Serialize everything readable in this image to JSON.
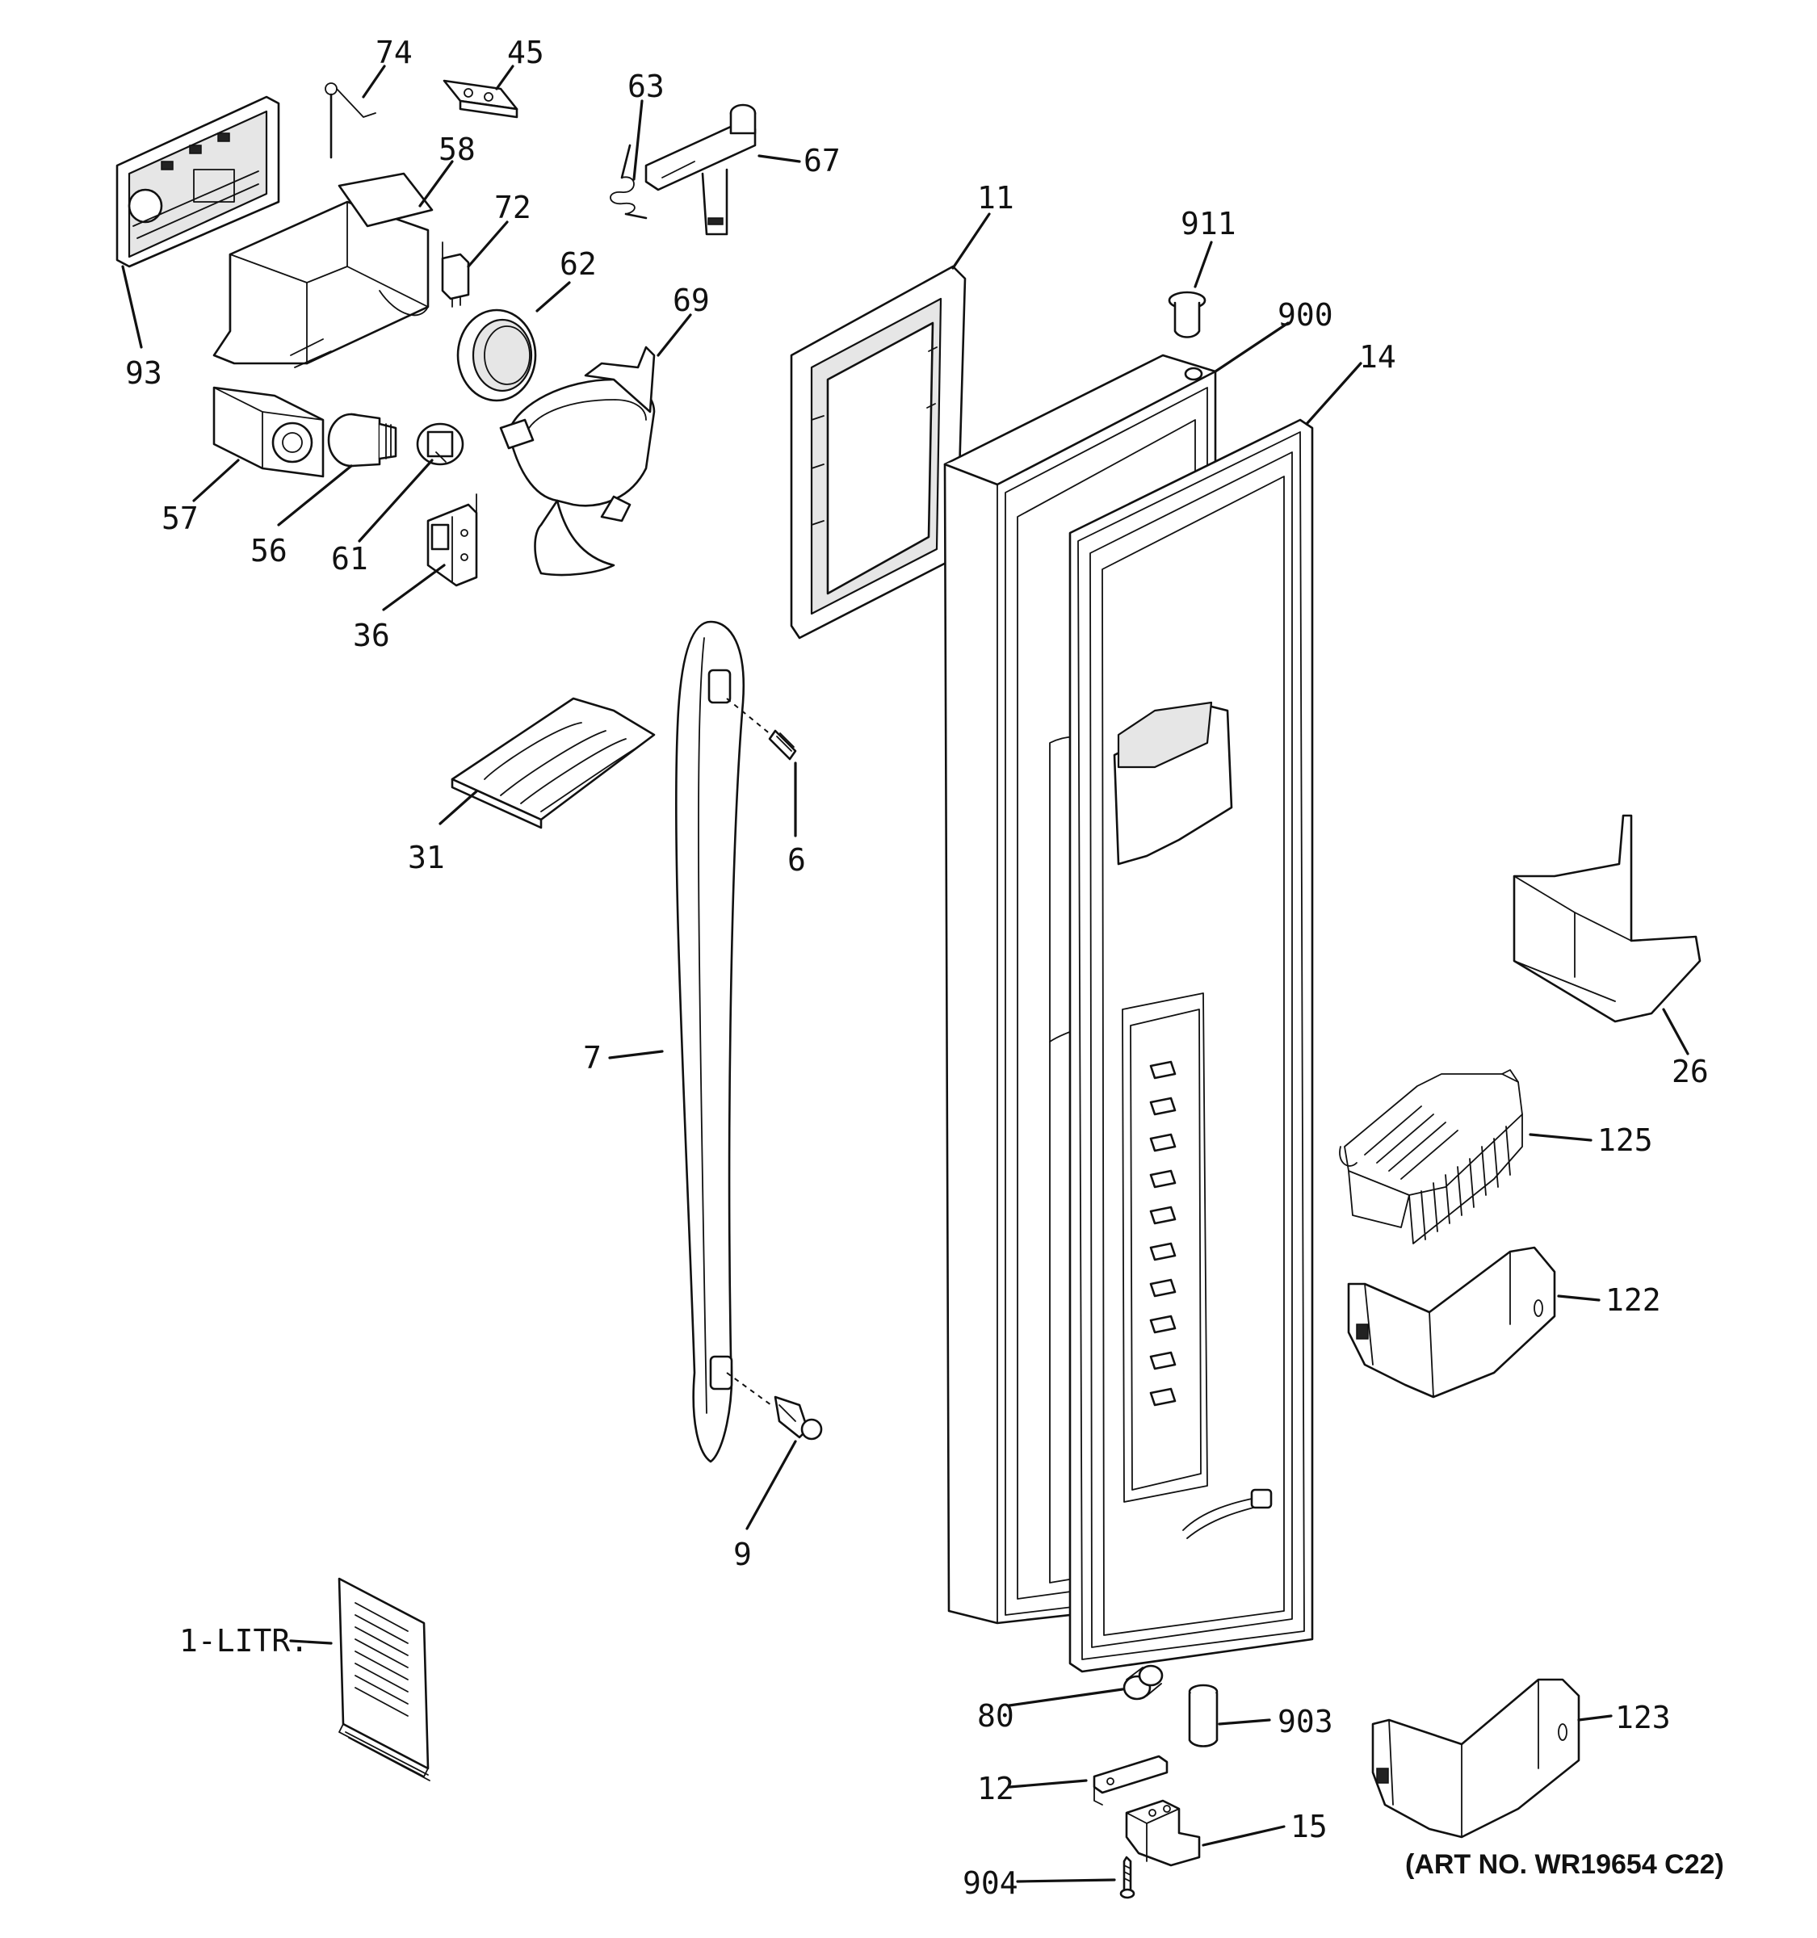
{
  "diagram": {
    "art_number": "(ART NO. WR19654 C22)",
    "callouts": [
      {
        "id": "74",
        "label": "74"
      },
      {
        "id": "45",
        "label": "45"
      },
      {
        "id": "63",
        "label": "63"
      },
      {
        "id": "67",
        "label": "67"
      },
      {
        "id": "58",
        "label": "58"
      },
      {
        "id": "72",
        "label": "72"
      },
      {
        "id": "11",
        "label": "11"
      },
      {
        "id": "911",
        "label": "911"
      },
      {
        "id": "62",
        "label": "62"
      },
      {
        "id": "69",
        "label": "69"
      },
      {
        "id": "900",
        "label": "900"
      },
      {
        "id": "14",
        "label": "14"
      },
      {
        "id": "93",
        "label": "93"
      },
      {
        "id": "57",
        "label": "57"
      },
      {
        "id": "56",
        "label": "56"
      },
      {
        "id": "61",
        "label": "61"
      },
      {
        "id": "36",
        "label": "36"
      },
      {
        "id": "31",
        "label": "31"
      },
      {
        "id": "6",
        "label": "6"
      },
      {
        "id": "26",
        "label": "26"
      },
      {
        "id": "7",
        "label": "7"
      },
      {
        "id": "125",
        "label": "125"
      },
      {
        "id": "122",
        "label": "122"
      },
      {
        "id": "9",
        "label": "9"
      },
      {
        "id": "1-LITR.",
        "label": "1-LITR."
      },
      {
        "id": "80",
        "label": "80"
      },
      {
        "id": "903",
        "label": "903"
      },
      {
        "id": "123",
        "label": "123"
      },
      {
        "id": "12",
        "label": "12"
      },
      {
        "id": "15",
        "label": "15"
      },
      {
        "id": "904",
        "label": "904"
      }
    ]
  }
}
